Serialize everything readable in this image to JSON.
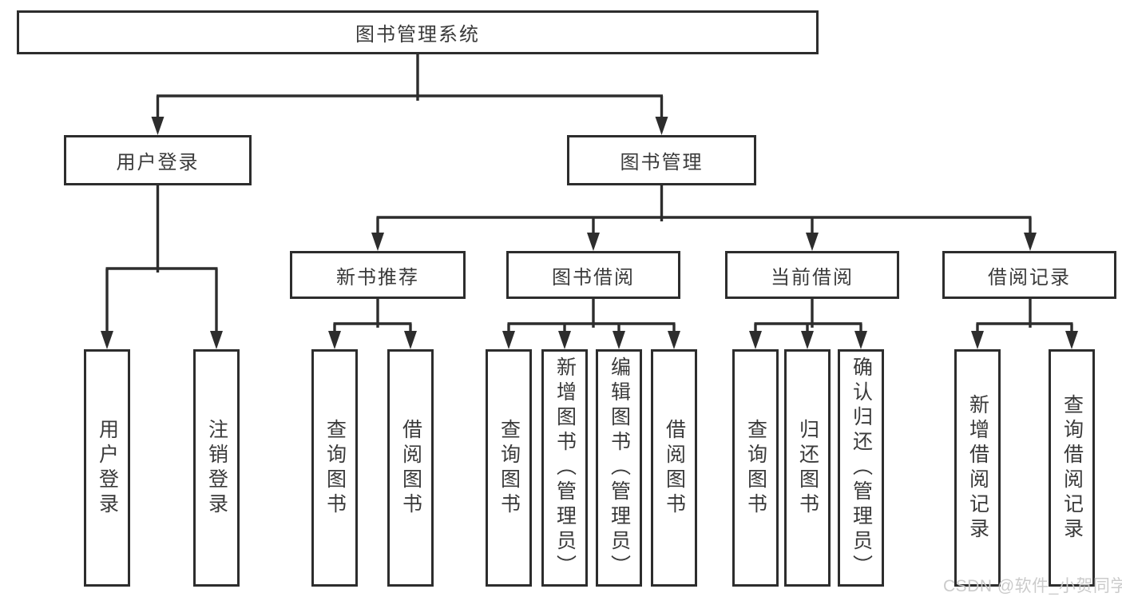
{
  "colors": {
    "line": "#2d2d2d",
    "box_border": "#2d2d2d",
    "box_fill": "#ffffff",
    "text": "#3a3a3a",
    "watermark": "#c9c9c9",
    "background": "#ffffff"
  },
  "diagram": {
    "root": {
      "label": "图书管理系统"
    },
    "branches": [
      {
        "label": "用户登录",
        "children": [
          {
            "label": "用户登录"
          },
          {
            "label": "注销登录"
          }
        ]
      },
      {
        "label": "图书管理",
        "children": [
          {
            "label": "新书推荐",
            "children": [
              {
                "label": "查询图书"
              },
              {
                "label": "借阅图书"
              }
            ]
          },
          {
            "label": "图书借阅",
            "children": [
              {
                "label": "查询图书"
              },
              {
                "label": "新增图书（管理员）"
              },
              {
                "label": "编辑图书（管理员）"
              },
              {
                "label": "借阅图书"
              }
            ]
          },
          {
            "label": "当前借阅",
            "children": [
              {
                "label": "查询图书"
              },
              {
                "label": "归还图书"
              },
              {
                "label": "确认归还（管理员）"
              }
            ]
          },
          {
            "label": "借阅记录",
            "children": [
              {
                "label": "新增借阅记录"
              },
              {
                "label": "查询借阅记录"
              }
            ]
          }
        ]
      }
    ]
  },
  "watermark": {
    "text": "CSDN @软件_小贺同学"
  }
}
